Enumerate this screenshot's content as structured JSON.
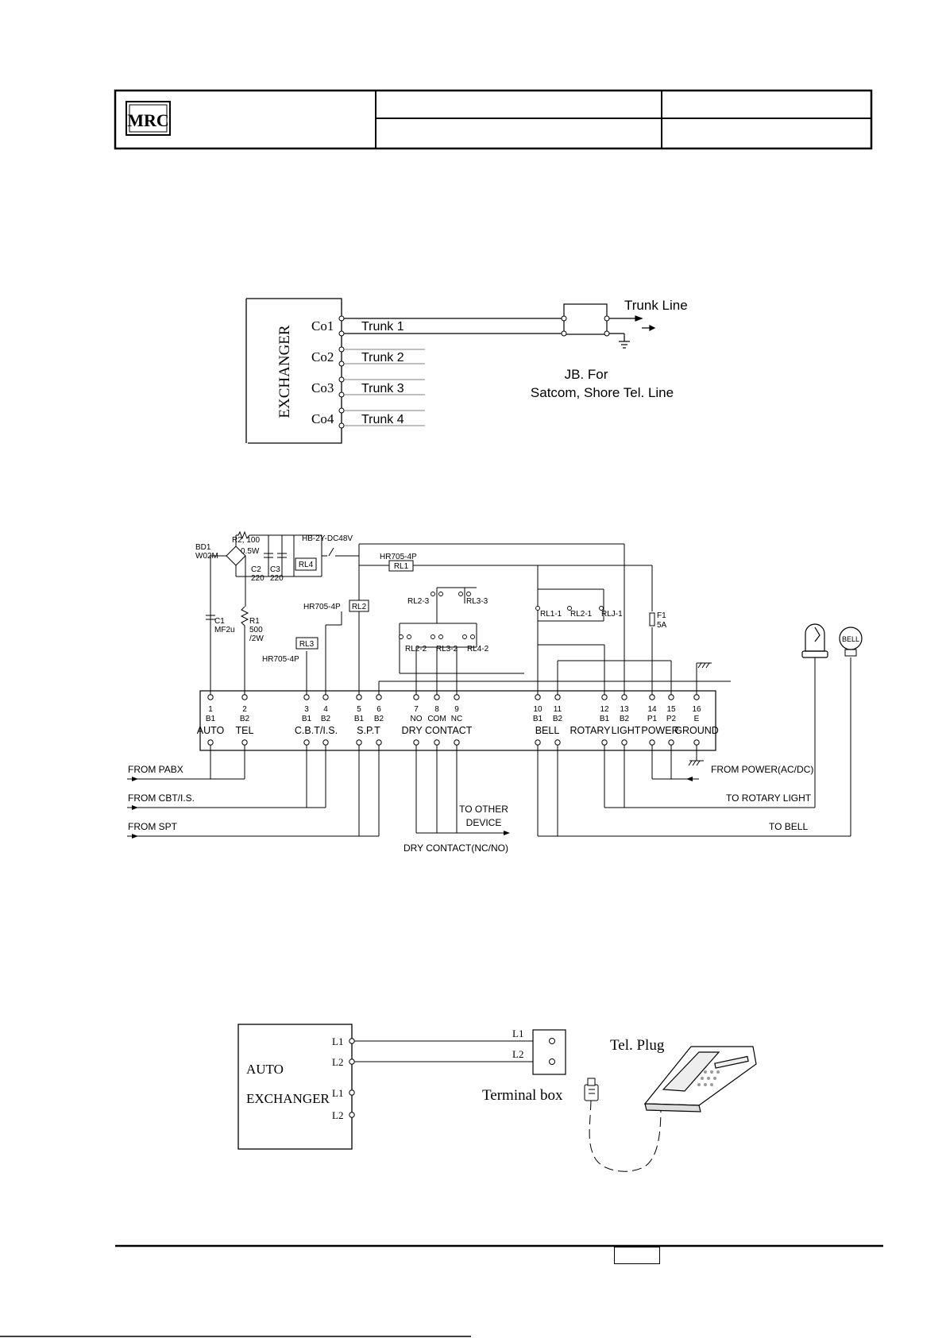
{
  "header": {
    "logo_text": "MRC",
    "cells": [
      "",
      "",
      "",
      ""
    ]
  },
  "trunk_diagram": {
    "exchanger_label": "EXCHANGER",
    "ports": [
      "Co1",
      "Co2",
      "Co3",
      "Co4"
    ],
    "trunks": [
      "Trunk 1",
      "Trunk 2",
      "Trunk 3",
      "Trunk 4"
    ],
    "trunk_line_label": "Trunk Line",
    "jb_label_1": "JB. For",
    "jb_label_2": "Satcom, Shore Tel. Line"
  },
  "relay_diagram": {
    "components": {
      "bd1": "BD1",
      "bd1_part": "W02M",
      "r2": "R2, 100",
      "r2_power": "0.5W",
      "c2": "C2",
      "c2_value": "220",
      "c3": "C3",
      "c3_value": "220",
      "relay_rl4_type": "HB-2Y-DC48V",
      "rl4": "RL4",
      "rl1_type": "HR705-4P",
      "rl1": "RL1",
      "c1": "C1",
      "c1_value": "MF2u",
      "r1": "R1",
      "r1_value": "500",
      "r1_power": "/2W",
      "rl2_type": "HR705-4P",
      "rl2": "RL2",
      "rl3": "RL3",
      "rl3_type": "HR705-4P",
      "rl2_3": "RL2-3",
      "rl3_3": "RL3-3",
      "rl2_2": "RL2-2",
      "rl3_2": "RL3-2",
      "rl4_2": "RL4-2",
      "rl1_1": "RL1-1",
      "rl2_1": "RL2-1",
      "rl3_1": "RLJ-1",
      "fuse": "F1",
      "fuse_value": "5A",
      "bell": "BELL"
    },
    "terminal_numbers": [
      "1",
      "2",
      "3",
      "4",
      "5",
      "6",
      "7",
      "8",
      "9",
      "10",
      "11",
      "12",
      "13",
      "14",
      "15",
      "16"
    ],
    "terminal_codes": [
      "B1",
      "B2",
      "B1",
      "B2",
      "B1",
      "B2",
      "NO",
      "COM",
      "NC",
      "B1",
      "B2",
      "B1",
      "B2",
      "P1",
      "P2",
      "E"
    ],
    "terminal_groups": [
      "AUTO",
      "TEL",
      "C.B.T/I.S.",
      "S.P.T",
      "DRY CONTACT",
      "BELL",
      "ROTARY",
      "LIGHT",
      "POWER",
      "GROUND"
    ],
    "signals": {
      "from_pabx": "FROM PABX",
      "from_cbt": "FROM CBT/I.S.",
      "from_spt": "FROM SPT",
      "to_other_1": "TO OTHER",
      "to_other_2": "DEVICE",
      "dry_contact": "DRY CONTACT(NC/NO)",
      "from_power": "FROM POWER(AC/DC)",
      "to_rotary": "TO ROTARY LIGHT",
      "to_bell": "TO BELL"
    }
  },
  "phone_diagram": {
    "box_line_1": "AUTO",
    "box_line_2": "EXCHANGER",
    "ports": [
      "L1",
      "L2",
      "L1",
      "L2"
    ],
    "tb_ports": [
      "L1",
      "L2"
    ],
    "terminal_box": "Terminal box",
    "tel_plug": "Tel. Plug"
  },
  "footer": {
    "page_number": ""
  }
}
